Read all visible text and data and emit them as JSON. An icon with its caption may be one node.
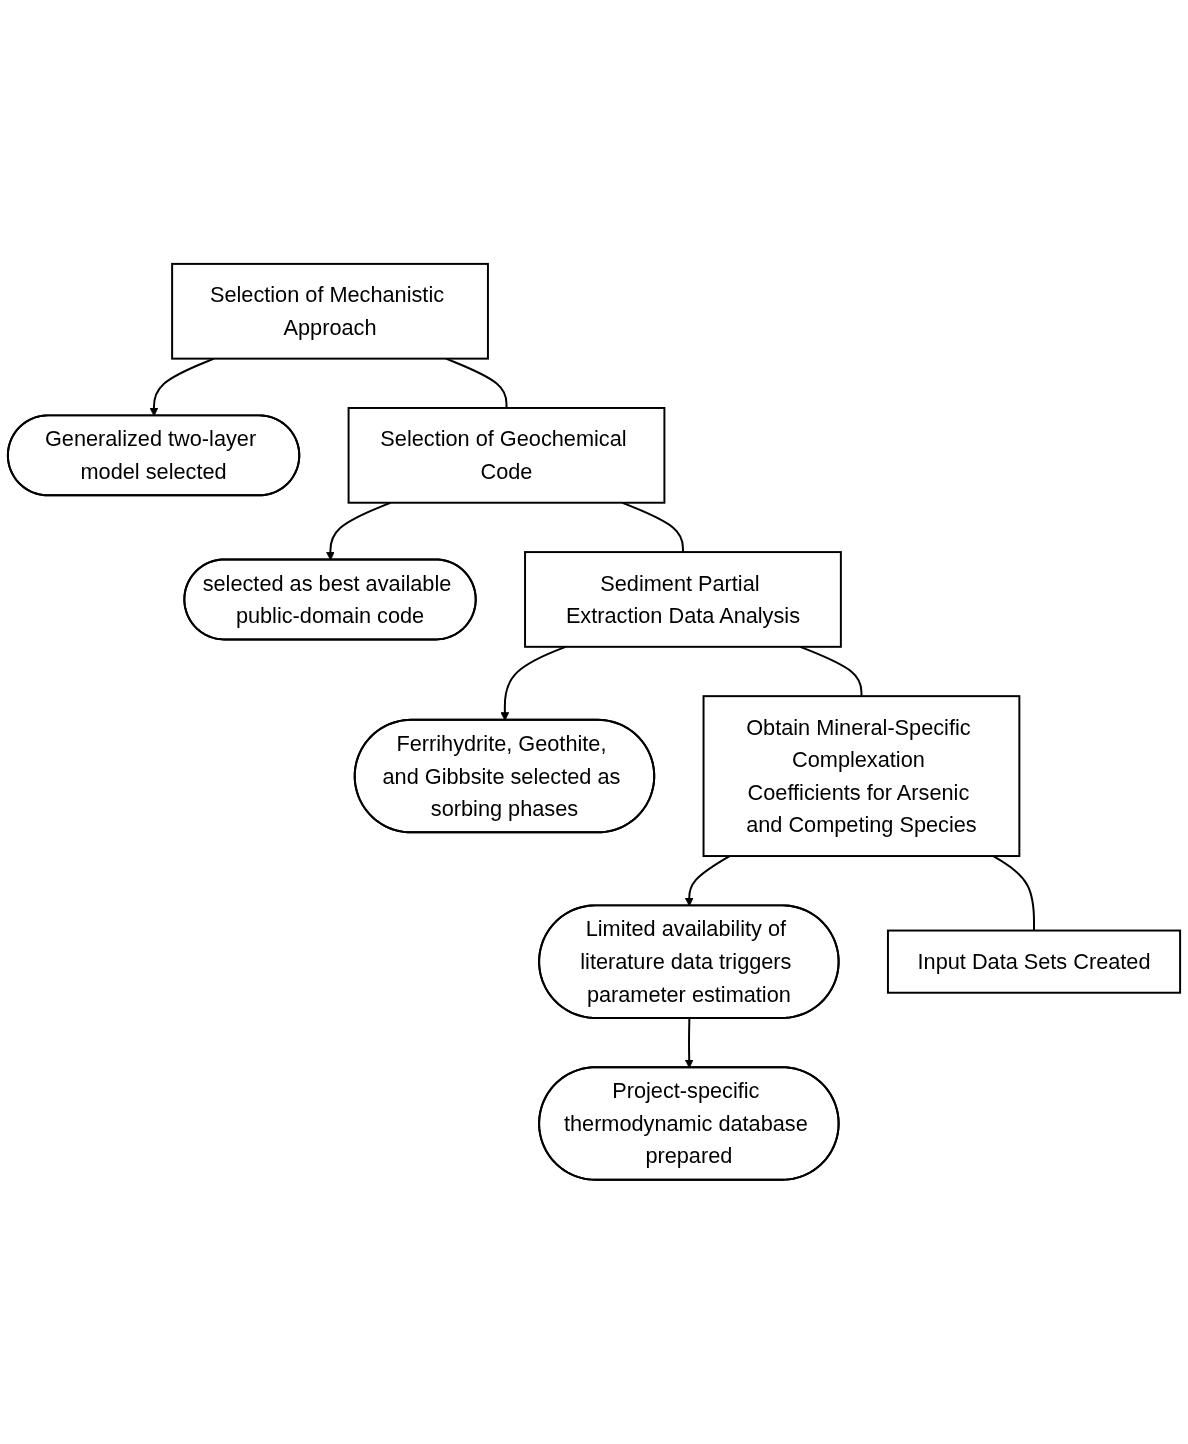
{
  "diagram": {
    "nodes": [
      {
        "text": [
          "Selection of Mechanistic Approach"
        ]
      },
      {
        "text": [
          "Generalized two-layer model selected"
        ]
      },
      {
        "text": [
          "Selection of Geochemical Code"
        ]
      },
      {
        "text": [
          "selected as best available public-domain code"
        ]
      },
      {
        "text": [
          "Sediment Partial Extraction Data Analysis"
        ]
      },
      {
        "text": [
          "Ferrihydrite, Geothite, and Gibbsite selected as sorbing phases"
        ]
      },
      {
        "text": [
          "Obtain Mineral-Specific Complexation Coefficients for Arsenic and Competing Species"
        ]
      },
      {
        "text": [
          "Limited availability of literature data triggers parameter estimation"
        ]
      },
      {
        "text": [
          "Input Data Sets Created"
        ]
      },
      {
        "text": [
          "Project-specific thermodynamic database prepared"
        ]
      }
    ],
    "edges": [
      {
        "from": 0,
        "to": 1,
        "arrow": "to"
      },
      {
        "from": 0,
        "to": 2,
        "arrow": "none"
      },
      {
        "from": 2,
        "to": 3,
        "arrow": "to"
      },
      {
        "from": 2,
        "to": 4,
        "arrow": "none"
      },
      {
        "from": 4,
        "to": 5,
        "arrow": "to"
      },
      {
        "from": 4,
        "to": 6,
        "arrow": "none"
      },
      {
        "from": 6,
        "to": 7,
        "arrow": "to"
      },
      {
        "from": 6,
        "to": 8,
        "arrow": "none"
      },
      {
        "from": 7,
        "to": 9,
        "arrow": "to"
      }
    ]
  }
}
